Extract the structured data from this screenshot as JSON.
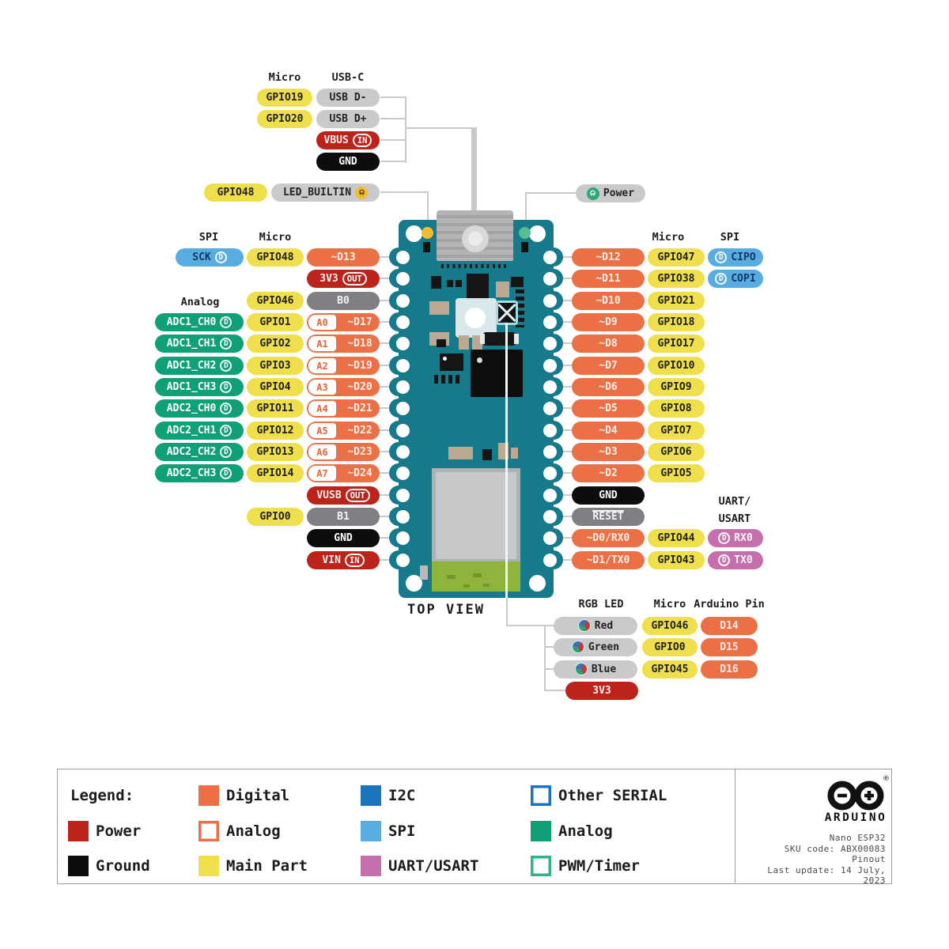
{
  "colors": {
    "digital": "#EC7045",
    "power": "#BC231B",
    "ground": "#0D0D0D",
    "main_part": "#EFDF4D",
    "spi": "#57ADE1",
    "i2c": "#1C75BC",
    "uart_usart": "#C570AD",
    "analog": "#10A077",
    "pwm_timer": "#2EB388",
    "other_serial": "#1C75BC",
    "gray": "#808084",
    "light_gray": "#C9CACB",
    "board": "#177A8B",
    "antenna": "#8FB43C",
    "line": "#C9C9C9"
  },
  "top_headers": {
    "micro": "Micro",
    "usb": "USB-C"
  },
  "usb_rows": [
    {
      "gpio": "GPIO19",
      "pin": {
        "label": "USB D-",
        "type": "lightgray"
      }
    },
    {
      "gpio": "GPIO20",
      "pin": {
        "label": "USB D+",
        "type": "lightgray"
      }
    },
    {
      "pin": {
        "label": "VBUS",
        "type": "power",
        "badge": "IN"
      }
    },
    {
      "pin": {
        "label": "GND",
        "type": "ground"
      }
    }
  ],
  "led_row": {
    "gpio": "GPIO48",
    "label": "LED_BUILTIN"
  },
  "power": {
    "label": "Power"
  },
  "left_headers": {
    "spi": "SPI",
    "micro": "Micro",
    "analog": "Analog"
  },
  "left_rows": [
    {
      "func": {
        "label": "SCK",
        "type": "spi",
        "badge": "D"
      },
      "gpio": "GPIO48",
      "pin": {
        "label": "~D13",
        "type": "digital"
      }
    },
    {
      "pin": {
        "label": "3V3",
        "type": "power",
        "badge": "OUT"
      }
    },
    {
      "gpio": "GPIO46",
      "pin": {
        "label": "B0",
        "type": "gray"
      }
    },
    {
      "func": {
        "label": "ADC1_CH0",
        "type": "adc",
        "badge": "D"
      },
      "gpio": "GPIO1",
      "pin": {
        "label": "~D17",
        "type": "digital",
        "analog": "A0"
      }
    },
    {
      "func": {
        "label": "ADC1_CH1",
        "type": "adc",
        "badge": "D"
      },
      "gpio": "GPIO2",
      "pin": {
        "label": "~D18",
        "type": "digital",
        "analog": "A1"
      }
    },
    {
      "func": {
        "label": "ADC1_CH2",
        "type": "adc",
        "badge": "D"
      },
      "gpio": "GPIO3",
      "pin": {
        "label": "~D19",
        "type": "digital",
        "analog": "A2"
      }
    },
    {
      "func": {
        "label": "ADC1_CH3",
        "type": "adc",
        "badge": "D"
      },
      "gpio": "GPIO4",
      "pin": {
        "label": "~D20",
        "type": "digital",
        "analog": "A3"
      }
    },
    {
      "func": {
        "label": "ADC2_CH0",
        "type": "adc",
        "badge": "D"
      },
      "gpio": "GPIO11",
      "pin": {
        "label": "~D21",
        "type": "digital",
        "analog": "A4"
      }
    },
    {
      "func": {
        "label": "ADC2_CH1",
        "type": "adc",
        "badge": "D"
      },
      "gpio": "GPIO12",
      "pin": {
        "label": "~D22",
        "type": "digital",
        "analog": "A5"
      }
    },
    {
      "func": {
        "label": "ADC2_CH2",
        "type": "adc",
        "badge": "D"
      },
      "gpio": "GPIO13",
      "pin": {
        "label": "~D23",
        "type": "digital",
        "analog": "A6"
      }
    },
    {
      "func": {
        "label": "ADC2_CH3",
        "type": "adc",
        "badge": "D"
      },
      "gpio": "GPIO14",
      "pin": {
        "label": "~D24",
        "type": "digital",
        "analog": "A7"
      }
    },
    {
      "pin": {
        "label": "VUSB",
        "type": "power",
        "badge": "OUT"
      }
    },
    {
      "gpio": "GPIO0",
      "pin": {
        "label": "B1",
        "type": "gray"
      }
    },
    {
      "pin": {
        "label": "GND",
        "type": "ground"
      }
    },
    {
      "pin": {
        "label": "VIN",
        "type": "power",
        "badge": "IN"
      }
    }
  ],
  "right_headers": {
    "micro": "Micro",
    "spi": "SPI"
  },
  "uart_header": {
    "line1": "UART/",
    "line2": "USART"
  },
  "right_rows": [
    {
      "pin": {
        "label": "~D12",
        "type": "digital"
      },
      "gpio": "GPIO47",
      "func": {
        "label": "CIPO",
        "type": "spi",
        "badge": "D"
      }
    },
    {
      "pin": {
        "label": "~D11",
        "type": "digital"
      },
      "gpio": "GPIO38",
      "func": {
        "label": "COPI",
        "type": "spi",
        "badge": "D"
      }
    },
    {
      "pin": {
        "label": "~D10",
        "type": "digital"
      },
      "gpio": "GPIO21"
    },
    {
      "pin": {
        "label": "~D9",
        "type": "digital"
      },
      "gpio": "GPIO18"
    },
    {
      "pin": {
        "label": "~D8",
        "type": "digital"
      },
      "gpio": "GPIO17"
    },
    {
      "pin": {
        "label": "~D7",
        "type": "digital"
      },
      "gpio": "GPIO10"
    },
    {
      "pin": {
        "label": "~D6",
        "type": "digital"
      },
      "gpio": "GPIO9"
    },
    {
      "pin": {
        "label": "~D5",
        "type": "digital"
      },
      "gpio": "GPIO8"
    },
    {
      "pin": {
        "label": "~D4",
        "type": "digital"
      },
      "gpio": "GPIO7"
    },
    {
      "pin": {
        "label": "~D3",
        "type": "digital"
      },
      "gpio": "GPIO6"
    },
    {
      "pin": {
        "label": "~D2",
        "type": "digital"
      },
      "gpio": "GPIO5"
    },
    {
      "pin": {
        "label": "GND",
        "type": "ground"
      }
    },
    {
      "pin": {
        "label": "RESET",
        "type": "gray",
        "overline": true
      }
    },
    {
      "pin": {
        "label": "~D0/RX0",
        "type": "digital"
      },
      "gpio": "GPIO44",
      "func": {
        "label": "RX0",
        "type": "uart",
        "badge": "D"
      }
    },
    {
      "pin": {
        "label": "~D1/TX0",
        "type": "digital"
      },
      "gpio": "GPIO43",
      "func": {
        "label": "TX0",
        "type": "uart",
        "badge": "D"
      }
    }
  ],
  "board": {
    "top_view": "TOP VIEW"
  },
  "rgb": {
    "headers": [
      "RGB LED",
      "Micro",
      "Arduino Pin"
    ],
    "rows": [
      {
        "color": "Red",
        "gpio": "GPIO46",
        "pin": "D14"
      },
      {
        "color": "Green",
        "gpio": "GPIO0",
        "pin": "D15"
      },
      {
        "color": "Blue",
        "gpio": "GPIO45",
        "pin": "D16"
      }
    ],
    "power": "3V3"
  },
  "legend": {
    "columns": [
      [
        {
          "label": "Legend:"
        },
        {
          "label": "Power",
          "swatch": "power"
        },
        {
          "label": "Ground",
          "swatch": "ground"
        }
      ],
      [
        {
          "label": "Digital",
          "swatch": "digital"
        },
        {
          "label": "Analog",
          "swatch": "digital-outline"
        },
        {
          "label": "Main Part",
          "swatch": "main_part"
        }
      ],
      [
        {
          "label": "I2C",
          "swatch": "i2c"
        },
        {
          "label": "SPI",
          "swatch": "spi"
        },
        {
          "label": "UART/USART",
          "swatch": "uart_usart"
        }
      ],
      [
        {
          "label": "Other SERIAL",
          "swatch": "i2c-outline"
        },
        {
          "label": "Analog",
          "swatch": "analog"
        },
        {
          "label": "PWM/Timer",
          "swatch": "analog-outline"
        }
      ]
    ]
  },
  "brand": {
    "name": "ARDUINO",
    "reg": "®",
    "lines": [
      "Nano ESP32",
      "SKU code: ABX00083",
      "Pinout",
      "Last update: 14 July, 2023"
    ]
  }
}
